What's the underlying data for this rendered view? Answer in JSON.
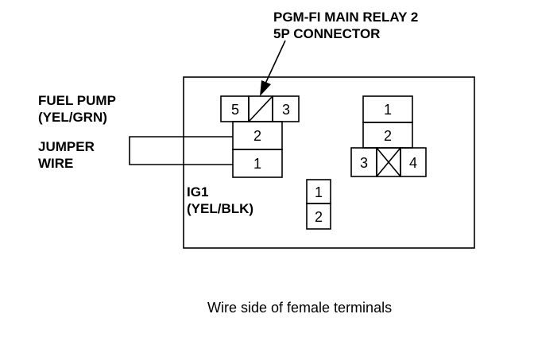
{
  "relay_label": {
    "line1": "PGM-FI MAIN RELAY 2",
    "line2": "5P CONNECTOR"
  },
  "fuel_pump_label": {
    "line1": "FUEL PUMP",
    "line2": "(YEL/GRN)"
  },
  "jumper_label": {
    "line1": "JUMPER",
    "line2": "WIRE"
  },
  "ig1_label": {
    "line1": "IG1",
    "line2": "(YEL/BLK)"
  },
  "connector_left": {
    "pin5": "5",
    "pin3": "3",
    "pin2": "2",
    "pin1": "1"
  },
  "connector_right": {
    "pin1": "1",
    "pin2": "2",
    "pin3": "3",
    "pin4": "4"
  },
  "connector_small": {
    "pin1": "1",
    "pin2": "2"
  },
  "caption": "Wire side of female terminals"
}
